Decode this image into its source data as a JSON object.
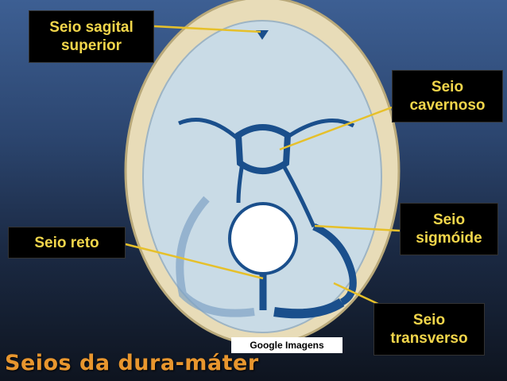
{
  "title": "Seios da dura-máter",
  "credit": "Google Imagens",
  "labels": {
    "sagital": "Seio sagital\nsuperior",
    "cavernoso": "Seio\ncavernoso",
    "sigmoide": "Seio\nsigmóide",
    "reto": "Seio reto",
    "transverso": "Seio\ntransverso"
  },
  "colors": {
    "background_top": "#3d5f93",
    "background_bottom": "#0e141f",
    "label_bg": "#000000",
    "label_text": "#f2d64b",
    "leader_line": "#e6c02a",
    "bone": "#e8dcb8",
    "fossa": "#c9dbe6",
    "sinus": "#1a4f8c",
    "title": "#e8962e"
  }
}
